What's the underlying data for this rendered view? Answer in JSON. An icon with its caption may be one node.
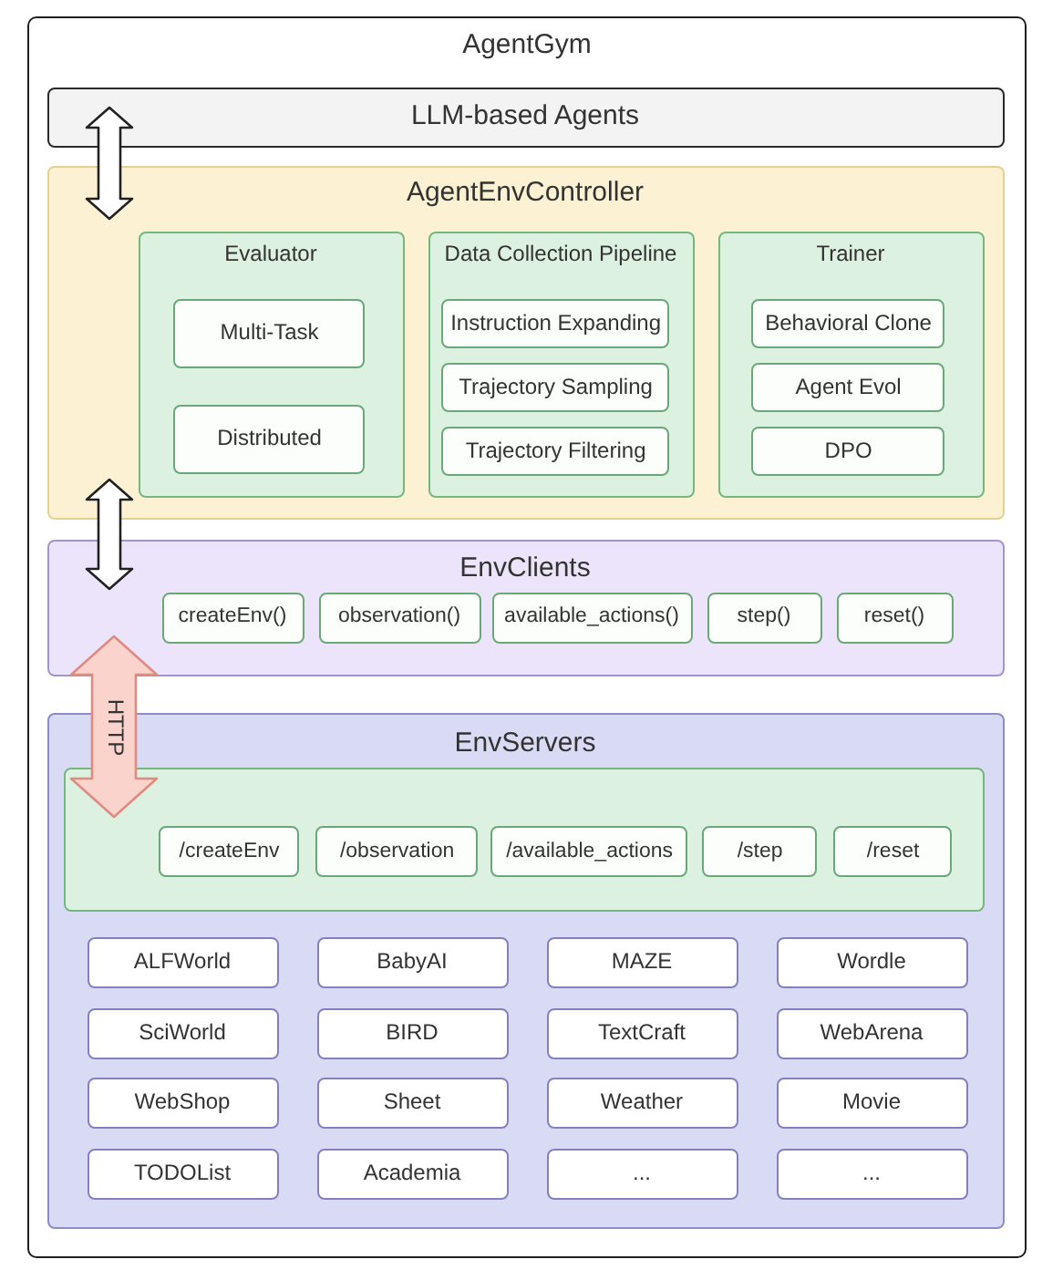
{
  "diagram": {
    "nodes": [
      {
        "text": [
          "AgentGym"
        ]
      },
      {
        "text": [
          "LLM-based Agents"
        ],
        "in": 0
      },
      {
        "text": [
          "AgentEnvController"
        ],
        "in": 0
      },
      {
        "text": [
          "Evaluator"
        ],
        "in": 2
      },
      {
        "text": [
          "Multi-Task"
        ],
        "in": 3
      },
      {
        "text": [
          "Distributed"
        ],
        "in": 3
      },
      {
        "text": [
          "Data Collection Pipeline"
        ],
        "in": 2
      },
      {
        "text": [
          "Instruction Expanding"
        ],
        "in": 6
      },
      {
        "text": [
          "Trajectory Sampling"
        ],
        "in": 6
      },
      {
        "text": [
          "Trajectory Filtering"
        ],
        "in": 6
      },
      {
        "text": [
          "Trainer"
        ],
        "in": 2
      },
      {
        "text": [
          "Behavioral Clone"
        ],
        "in": 10
      },
      {
        "text": [
          "Agent Evol"
        ],
        "in": 10
      },
      {
        "text": [
          "DPO"
        ],
        "in": 10
      },
      {
        "text": [
          "EnvClients"
        ],
        "in": 0
      },
      {
        "text": [
          "createEnv()"
        ],
        "in": 14
      },
      {
        "text": [
          "observation()"
        ],
        "in": 14
      },
      {
        "text": [
          "available_actions()"
        ],
        "in": 14
      },
      {
        "text": [
          "step()"
        ],
        "in": 14
      },
      {
        "text": [
          "reset()"
        ],
        "in": 14
      },
      {
        "text": [
          "EnvServers"
        ],
        "in": 0
      },
      {
        "text": [],
        "shape": "box",
        "in": 20
      },
      {
        "text": [
          "/createEnv"
        ],
        "in": 21
      },
      {
        "text": [
          "/observation"
        ],
        "in": 21
      },
      {
        "text": [
          "/available_actions"
        ],
        "in": 21
      },
      {
        "text": [
          "/step"
        ],
        "in": 21
      },
      {
        "text": [
          "/reset"
        ],
        "in": 21
      },
      {
        "text": [
          "ALFWorld"
        ],
        "in": 20
      },
      {
        "text": [
          "BabyAI"
        ],
        "in": 20
      },
      {
        "text": [
          "MAZE"
        ],
        "in": 20
      },
      {
        "text": [
          "Wordle"
        ],
        "in": 20
      },
      {
        "text": [
          "SciWorld"
        ],
        "in": 20
      },
      {
        "text": [
          "BIRD"
        ],
        "in": 20
      },
      {
        "text": [
          "TextCraft"
        ],
        "in": 20
      },
      {
        "text": [
          "WebArena"
        ],
        "in": 20
      },
      {
        "text": [
          "WebShop"
        ],
        "in": 20
      },
      {
        "text": [
          "Sheet"
        ],
        "in": 20
      },
      {
        "text": [
          "Weather"
        ],
        "in": 20
      },
      {
        "text": [
          "Movie"
        ],
        "in": 20
      },
      {
        "text": [
          "TODOList"
        ],
        "in": 20
      },
      {
        "text": [
          "Academia"
        ],
        "in": 20
      },
      {
        "text": [
          "..."
        ],
        "in": 20
      },
      {
        "text": [
          "..."
        ],
        "in": 20
      }
    ],
    "edges": [
      {
        "from": 1,
        "to": 2,
        "arrow": "both"
      },
      {
        "from": 2,
        "to": 14,
        "arrow": "both"
      },
      {
        "from": 14,
        "to": 21,
        "arrow": "both",
        "label": "HTTP",
        "color": "#fbd3cd"
      }
    ]
  }
}
